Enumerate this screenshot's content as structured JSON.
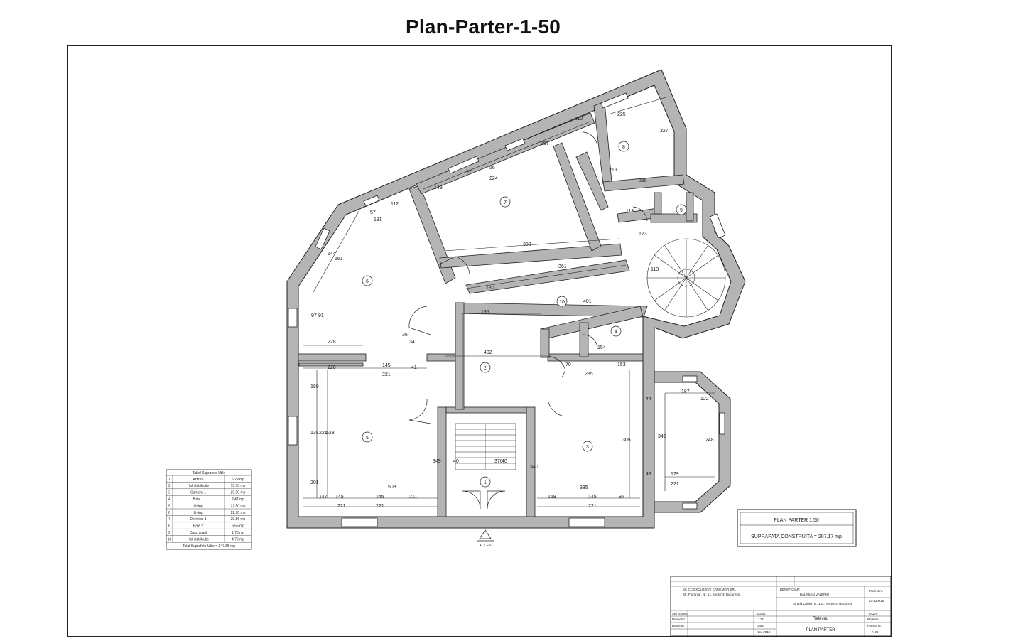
{
  "title": "Plan-Parter-1-50",
  "dimensions": [
    "112",
    "57",
    "181",
    "144",
    "161",
    "97",
    "91",
    "228",
    "228",
    "145",
    "221",
    "41",
    "34",
    "36",
    "402",
    "195",
    "180",
    "145",
    "221",
    "189",
    "138",
    "221",
    "528",
    "201",
    "147",
    "145",
    "221",
    "503",
    "211",
    "40",
    "40",
    "349",
    "340",
    "370",
    "159",
    "145",
    "221",
    "385",
    "92",
    "70",
    "153",
    "285",
    "154",
    "113",
    "401",
    "361",
    "388",
    "149",
    "97",
    "224",
    "56",
    "157",
    "110",
    "225",
    "327",
    "219",
    "285",
    "113",
    "173",
    "44",
    "187",
    "122",
    "345",
    "248",
    "129",
    "221",
    "49",
    "305"
  ],
  "rooms": [
    "1",
    "2",
    "3",
    "4",
    "5",
    "6",
    "7",
    "8",
    "9",
    "10"
  ],
  "entrance_label": "ACCES",
  "surfaces_table": {
    "title": "Tabel Suprafete Utile",
    "rows": [
      {
        "nr": "1",
        "name": "Antreu",
        "area": "6.29 mp"
      },
      {
        "nr": "2",
        "name": "Hol distributie",
        "area": "15.75 mp"
      },
      {
        "nr": "3",
        "name": "Camera 1",
        "area": "25.50 mp"
      },
      {
        "nr": "4",
        "name": "Baie 1",
        "area": "2.47 mp"
      },
      {
        "nr": "5",
        "name": "Living",
        "area": "22.50 mp"
      },
      {
        "nr": "6",
        "name": "Living",
        "area": "22.70 mp"
      },
      {
        "nr": "7",
        "name": "Dormitor 1",
        "area": "20.86 mp"
      },
      {
        "nr": "8",
        "name": "Baie 2",
        "area": "5.55 mp"
      },
      {
        "nr": "9",
        "name": "Casa scarii",
        "area": "1.75 mp"
      },
      {
        "nr": "10",
        "name": "Hol distributie",
        "area": "4.70 mp"
      }
    ],
    "total": "Total Suprafete Utile = 147.65 mp"
  },
  "plan_box": {
    "heading": "PLAN PARTER 1:50",
    "surface": "SUPRAFATA CONSTRUITA = 207.17 mp"
  },
  "title_block": {
    "company": "SC CC EXCLUSIVE CAMEMOR SRL",
    "company_address": "Str. Florarilor, Nr. 51, sector 3, Bucuresti",
    "beneficiary_label": "BENEFICIAR:",
    "beneficiary": "BALASAN VALERIU",
    "address": "Strada Lainici, nr. 153, Sector 3, Bucuresti",
    "project_label": "Proiect nr.",
    "project_no": "CI-100018",
    "roles": [
      "Sef proiect",
      "Proiectat",
      "Desenat"
    ],
    "scale_label": "Scara:",
    "scale": "1:50",
    "date_label": "Data:",
    "date": "Nov 2018",
    "stage": "Releveu",
    "phase_label": "FAZA:",
    "phase": "Releveu",
    "drawing": "PLAN PARTER",
    "sheet_label": "Plansa nr.",
    "sheet": "A-02"
  },
  "colors": {
    "wall": "#b4b4b4",
    "line": "#222222",
    "paper": "#ffffff"
  }
}
